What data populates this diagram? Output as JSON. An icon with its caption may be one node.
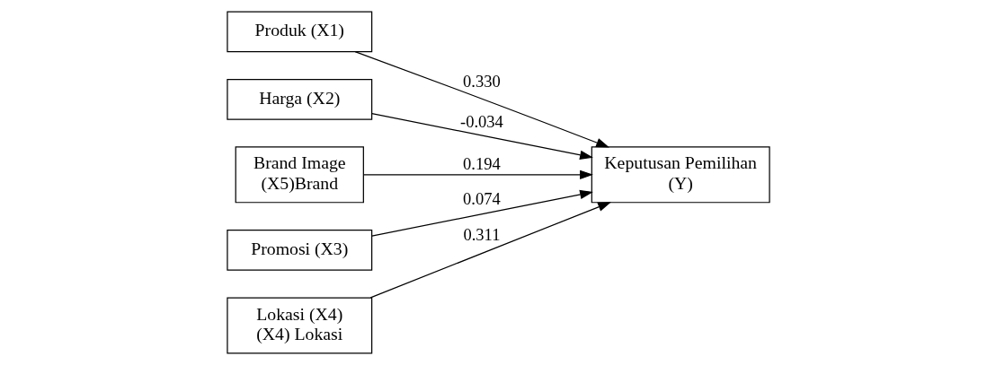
{
  "diagram": {
    "nodes": [
      {
        "text": [
          "Produk (X1)"
        ]
      },
      {
        "text": [
          "Harga (X2)"
        ]
      },
      {
        "text": [
          "Brand Image (X5)Brand"
        ]
      },
      {
        "text": [
          "Promosi (X3)"
        ]
      },
      {
        "text": [
          "Lokasi (X4) (X4) Lokasi"
        ]
      },
      {
        "text": [
          "Keputusan Pemilihan (Y)"
        ]
      }
    ],
    "edges": [
      {
        "from": 0,
        "to": 5,
        "arrow": "to",
        "label": "0.330"
      },
      {
        "from": 1,
        "to": 5,
        "arrow": "to",
        "label": "-0.034"
      },
      {
        "from": 2,
        "to": 5,
        "arrow": "to",
        "label": "0.194"
      },
      {
        "from": 3,
        "to": 5,
        "arrow": "to",
        "label": "0.074"
      },
      {
        "from": 4,
        "to": 5,
        "arrow": "to",
        "label": "0.311"
      }
    ]
  }
}
